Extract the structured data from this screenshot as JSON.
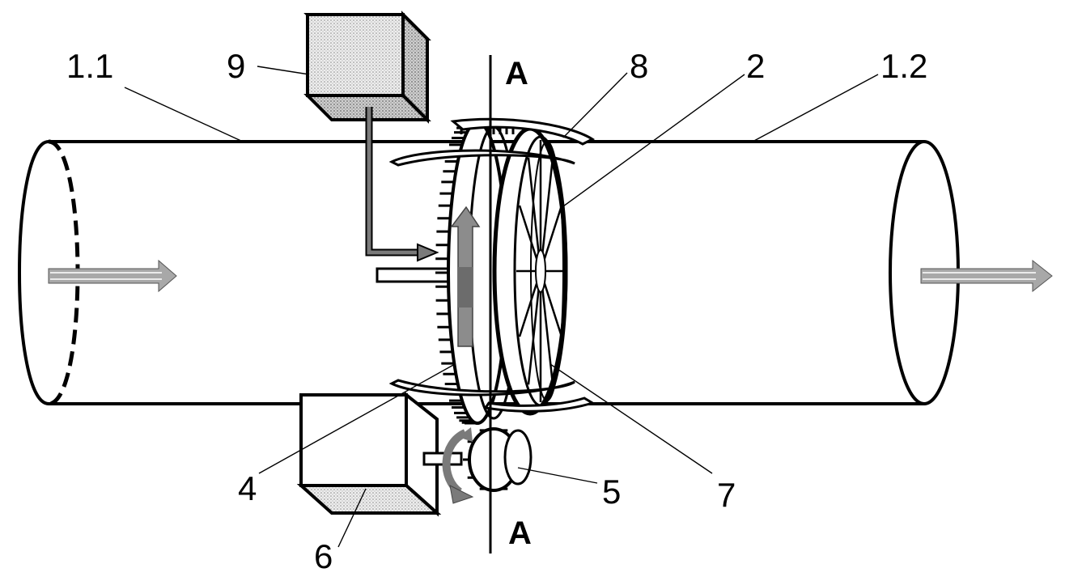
{
  "labels": {
    "pipe_inlet": "1.1",
    "pipe_outlet": "1.2",
    "valve_disc": "2",
    "ring_gear": "4",
    "pinion": "5",
    "motor": "6",
    "spokes": "7",
    "guide_rails": "8",
    "controller": "9",
    "section_top": "A",
    "section_bottom": "A"
  },
  "colors": {
    "line": "#000000",
    "shade": "#d8d8d8",
    "arrow": "#9a9a9a",
    "signal": "#7a7a7a"
  }
}
